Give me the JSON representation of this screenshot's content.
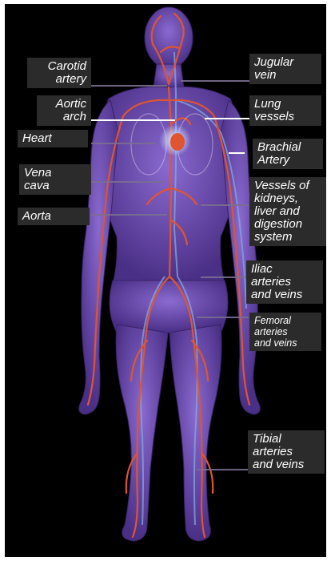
{
  "labels": {
    "carotid_artery": "Carotid\nartery",
    "aortic_arch": "Aortic\narch",
    "heart": "Heart",
    "vena_cava": "Vena\ncava",
    "aorta": "Aorta",
    "jugular_vein": "Jugular\nvein",
    "lung_vessels": "Lung\nvessels",
    "brachial_artery": "Brachial\nArtery",
    "vessels_kidneys": "Vessels of\nkidneys,\nliver and\ndigestion\nsystem",
    "iliac": "Iliac\narteries\nand veins",
    "femoral": "Femoral\narteries\nand veins",
    "tibial": "Tibial\narteries\nand veins"
  },
  "colors": {
    "background": "#000000",
    "label_box": "#2b2b2b",
    "body": "#6a4fb0",
    "artery": "#e0552f",
    "vein": "#7fa8e0"
  }
}
